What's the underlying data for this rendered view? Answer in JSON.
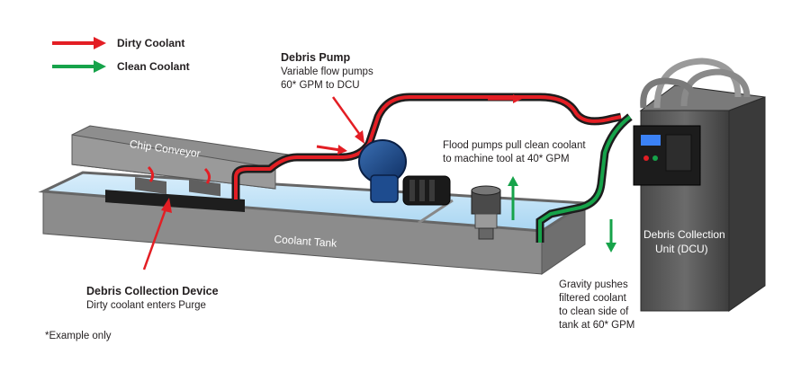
{
  "legend": {
    "dirty_label": "Dirty Coolant",
    "clean_label": "Clean Coolant",
    "dirty_color": "#e31e24",
    "clean_color": "#16a34a"
  },
  "labels": {
    "chip_conveyor": "Chip Conveyor",
    "coolant_tank": "Coolant Tank",
    "dcu_line1": "Debris Collection",
    "dcu_line2": "Unit (DCU)"
  },
  "callouts": {
    "debris_pump": {
      "title": "Debris Pump",
      "line1": "Variable flow pumps",
      "line2": "60* GPM to DCU"
    },
    "flood": {
      "line1": "Flood pumps pull clean coolant",
      "line2": "to machine tool at 40* GPM"
    },
    "collection_device": {
      "title": "Debris Collection Device",
      "line1": "Dirty coolant enters Purge"
    },
    "gravity": {
      "line1": "Gravity pushes",
      "line2": "filtered coolant",
      "line3": "to clean side of",
      "line4": "tank at 60* GPM"
    }
  },
  "footnote": "*Example only"
}
